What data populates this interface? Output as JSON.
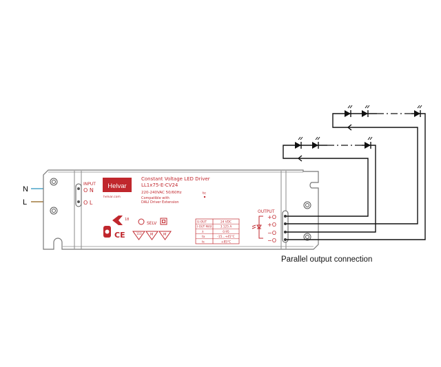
{
  "input_labels": {
    "n": "N",
    "l": "L"
  },
  "colors": {
    "neutral_wire": "#4aa3c8",
    "live_wire": "#a0783c",
    "label_red": "#c0272d",
    "output_wire": "#111111"
  },
  "driver": {
    "input_title": "INPUT",
    "input_n": "O N",
    "input_l": "O L",
    "logo": "Helvar",
    "website": "helvar.com",
    "title": "Constant Voltage LED Driver",
    "model": "LL1x75-E-CV24",
    "voltage": "220-240VAC 50/60Hz",
    "tc_mark": "tc",
    "compat_1": "Compatible with",
    "compat_2": "DALI Driver Extension",
    "enec_number": "18",
    "selv": "SELV",
    "ce": "CE",
    "temp_mark": "110",
    "m_mark": "M",
    "specs": [
      {
        "label": "U-OUT",
        "value": "24 VDC"
      },
      {
        "label": "I-OUT MAX",
        "value": "3.125 A"
      },
      {
        "label": "λ",
        "value": "0.95"
      },
      {
        "label": "ta",
        "value": "-15...+45°C"
      },
      {
        "label": "tc",
        "value": "+85°C"
      }
    ],
    "output_title": "OUTPUT",
    "outputs": [
      "+O",
      "+O",
      "−O",
      "−O"
    ]
  },
  "caption": "Parallel output connection"
}
